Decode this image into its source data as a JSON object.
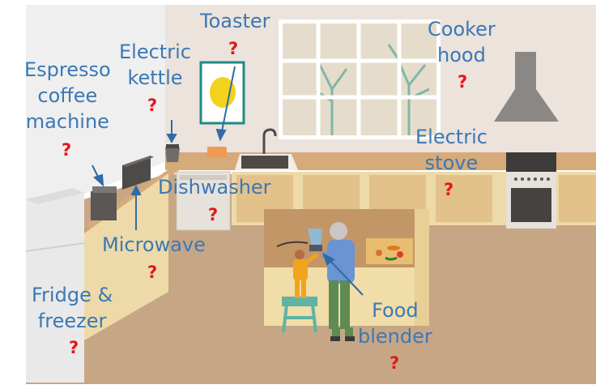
{
  "labels": {
    "toaster": "Toaster",
    "cooker_hood": [
      "Cooker",
      "hood"
    ],
    "electric_kettle": [
      "Electric",
      "kettle"
    ],
    "espresso": [
      "Espresso",
      "coffee",
      "machine"
    ],
    "electric_stove": [
      "Electric",
      "stove"
    ],
    "dishwasher": "Dishwasher",
    "microwave": "Microwave",
    "fridge_freezer": [
      "Fridge &",
      "freezer"
    ],
    "food_blender": [
      "Food",
      "blender"
    ]
  },
  "question_mark": "?",
  "colors": {
    "label_text": "#3b78b5",
    "question_mark": "#e3171b",
    "arrow": "#2e6ba8",
    "floor": "#c7a686",
    "back_wall": "#ebe3dc",
    "left_wall": "#efefef",
    "counter_top": "#d6aa79",
    "cabinet": "#eddaa8"
  },
  "icons": [
    "toaster-icon",
    "kettle-icon",
    "espresso-machine-icon",
    "microwave-icon",
    "stove-icon",
    "cooker-hood-icon",
    "dishwasher-icon",
    "fridge-icon",
    "blender-icon",
    "sink-icon",
    "faucet-icon",
    "window-icon",
    "lemon-painting-icon",
    "adult-figure-icon",
    "child-figure-icon",
    "step-stool-icon",
    "cutting-board-icon"
  ]
}
